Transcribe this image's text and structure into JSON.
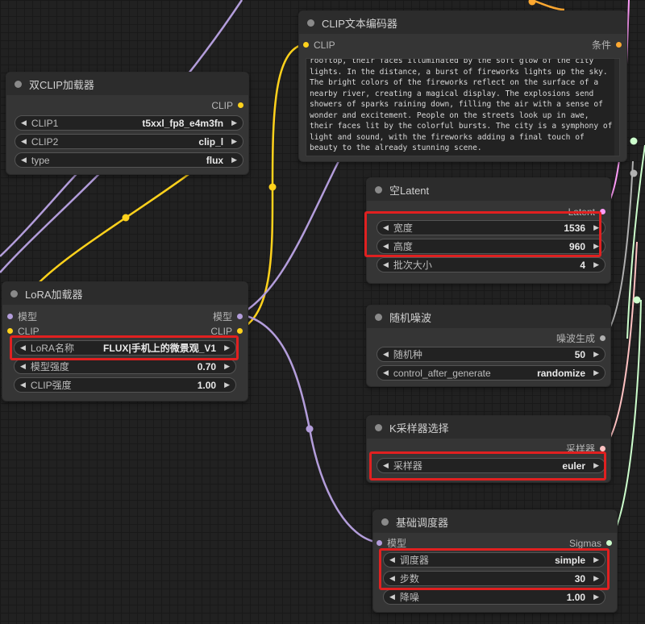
{
  "colors": {
    "clip": "#ffd21c",
    "model": "#b39ddb",
    "latent": "#ff9cf9",
    "noise": "#b0b0b0",
    "sampler": "#ffc2c2",
    "sigmas": "#cdffcd",
    "conditioning": "#ffa931",
    "highlight": "#e02020"
  },
  "dual_clip": {
    "title": "双CLIP加载器",
    "out": "CLIP",
    "clip1": {
      "label": "CLIP1",
      "value": "t5xxl_fp8_e4m3fn"
    },
    "clip2": {
      "label": "CLIP2",
      "value": "clip_l"
    },
    "type": {
      "label": "type",
      "value": "flux"
    }
  },
  "clip_text": {
    "title": "CLIP文本编码器",
    "in": "CLIP",
    "out": "条件",
    "text": "rooftop, their faces illuminated by the soft glow of the city\nlights. In the distance, a burst of fireworks lights up the sky.\nThe bright colors of the fireworks reflect on the surface of a\nnearby river, creating a magical display. The explosions send\nshowers of sparks raining down, filling the air with a sense of\nwonder and excitement. People on the streets look up in awe,\ntheir faces lit by the colorful bursts. The city is a symphony of\nlight and sound, with the fireworks adding a final touch of\nbeauty to the already stunning scene."
  },
  "latent": {
    "title": "空Latent",
    "out": "Latent",
    "width": {
      "label": "宽度",
      "value": "1536"
    },
    "height": {
      "label": "高度",
      "value": "960"
    },
    "batch": {
      "label": "批次大小",
      "value": "4"
    }
  },
  "lora": {
    "title": "LoRA加载器",
    "in_model": "模型",
    "in_clip": "CLIP",
    "out_model": "模型",
    "out_clip": "CLIP",
    "name": {
      "label": "LoRA名称",
      "value": "FLUX|手机上的微景观_V1"
    },
    "model_strength": {
      "label": "模型强度",
      "value": "0.70"
    },
    "clip_strength": {
      "label": "CLIP强度",
      "value": "1.00"
    }
  },
  "noise": {
    "title": "随机噪波",
    "out": "噪波生成",
    "seed": {
      "label": "随机种",
      "value": "50"
    },
    "control": {
      "label": "control_after_generate",
      "value": "randomize"
    }
  },
  "ksampler": {
    "title": "K采样器选择",
    "out": "采样器",
    "sampler": {
      "label": "采样器",
      "value": "euler"
    }
  },
  "scheduler": {
    "title": "基础调度器",
    "in_model": "模型",
    "out": "Sigmas",
    "scheduler": {
      "label": "调度器",
      "value": "simple"
    },
    "steps": {
      "label": "步数",
      "value": "30"
    },
    "denoise": {
      "label": "降噪",
      "value": "1.00"
    }
  }
}
